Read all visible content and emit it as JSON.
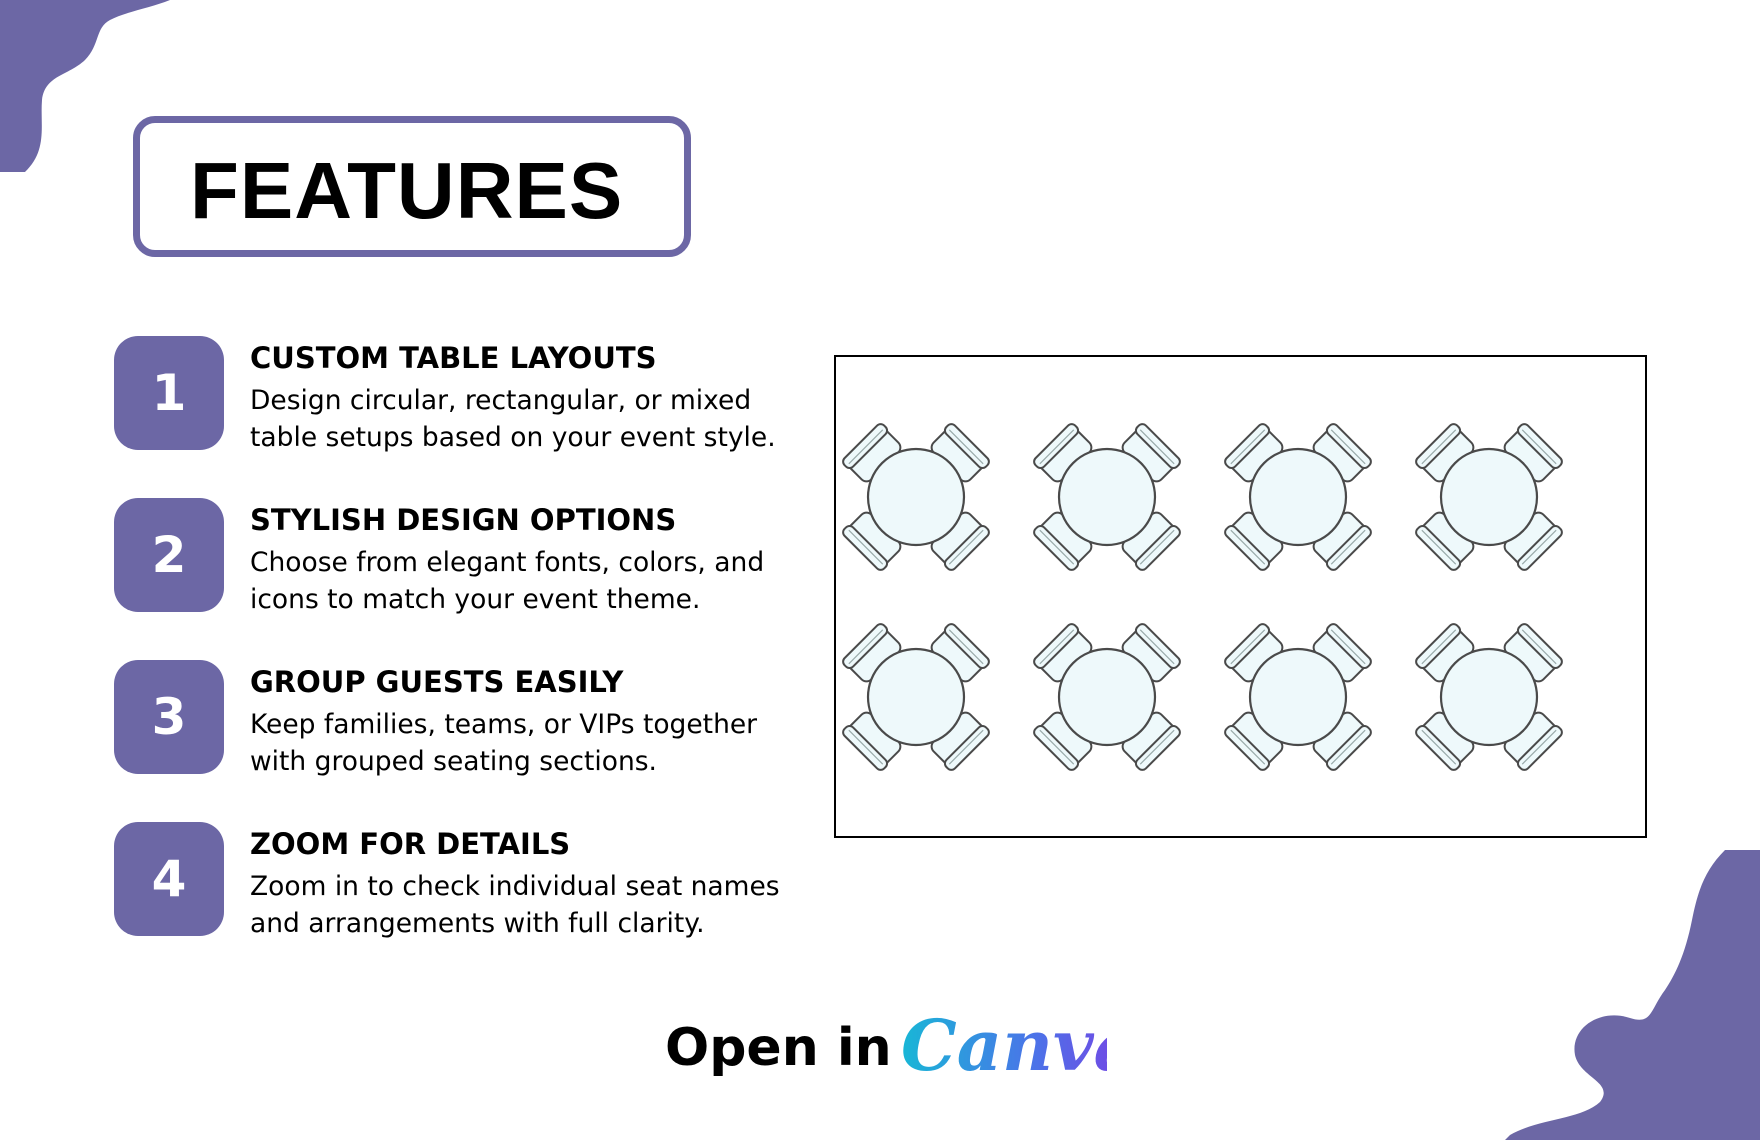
{
  "title": "FEATURES",
  "features": [
    {
      "number": "1",
      "heading": "CUSTOM TABLE LAYOUTS",
      "description": "Design circular, rectangular, or mixed table setups based on your event style."
    },
    {
      "number": "2",
      "heading": "STYLISH DESIGN OPTIONS",
      "description": "Choose from elegant fonts, colors, and icons to match your event theme."
    },
    {
      "number": "3",
      "heading": "GROUP GUESTS EASILY",
      "description": "Keep families, teams, or VIPs together with grouped seating sections."
    },
    {
      "number": "4",
      "heading": "ZOOM FOR DETAILS",
      "description": "Zoom in to check individual seat names and arrangements with full clarity."
    }
  ],
  "floorplan": {
    "rows": 2,
    "columns": 4,
    "chairs_per_table": 4
  },
  "cta": {
    "text": "Open in",
    "brand": "Canva"
  },
  "colors": {
    "accent": "#6c67a5",
    "table_fill": "#eef9fb",
    "table_stroke": "#4a4a4a"
  }
}
